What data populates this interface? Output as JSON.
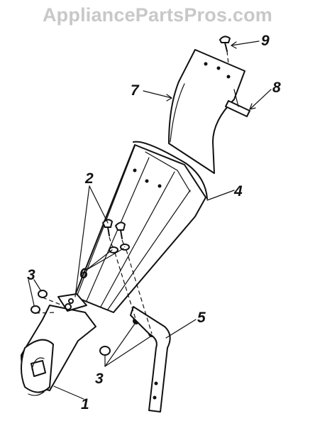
{
  "watermark": "AppliancePartsPros.com",
  "callouts": {
    "c1": "1",
    "c2": "2",
    "c3a": "3",
    "c3b": "3",
    "c4": "4",
    "c5": "5",
    "c6": "6",
    "c7": "7",
    "c8": "8",
    "c9": "9"
  }
}
